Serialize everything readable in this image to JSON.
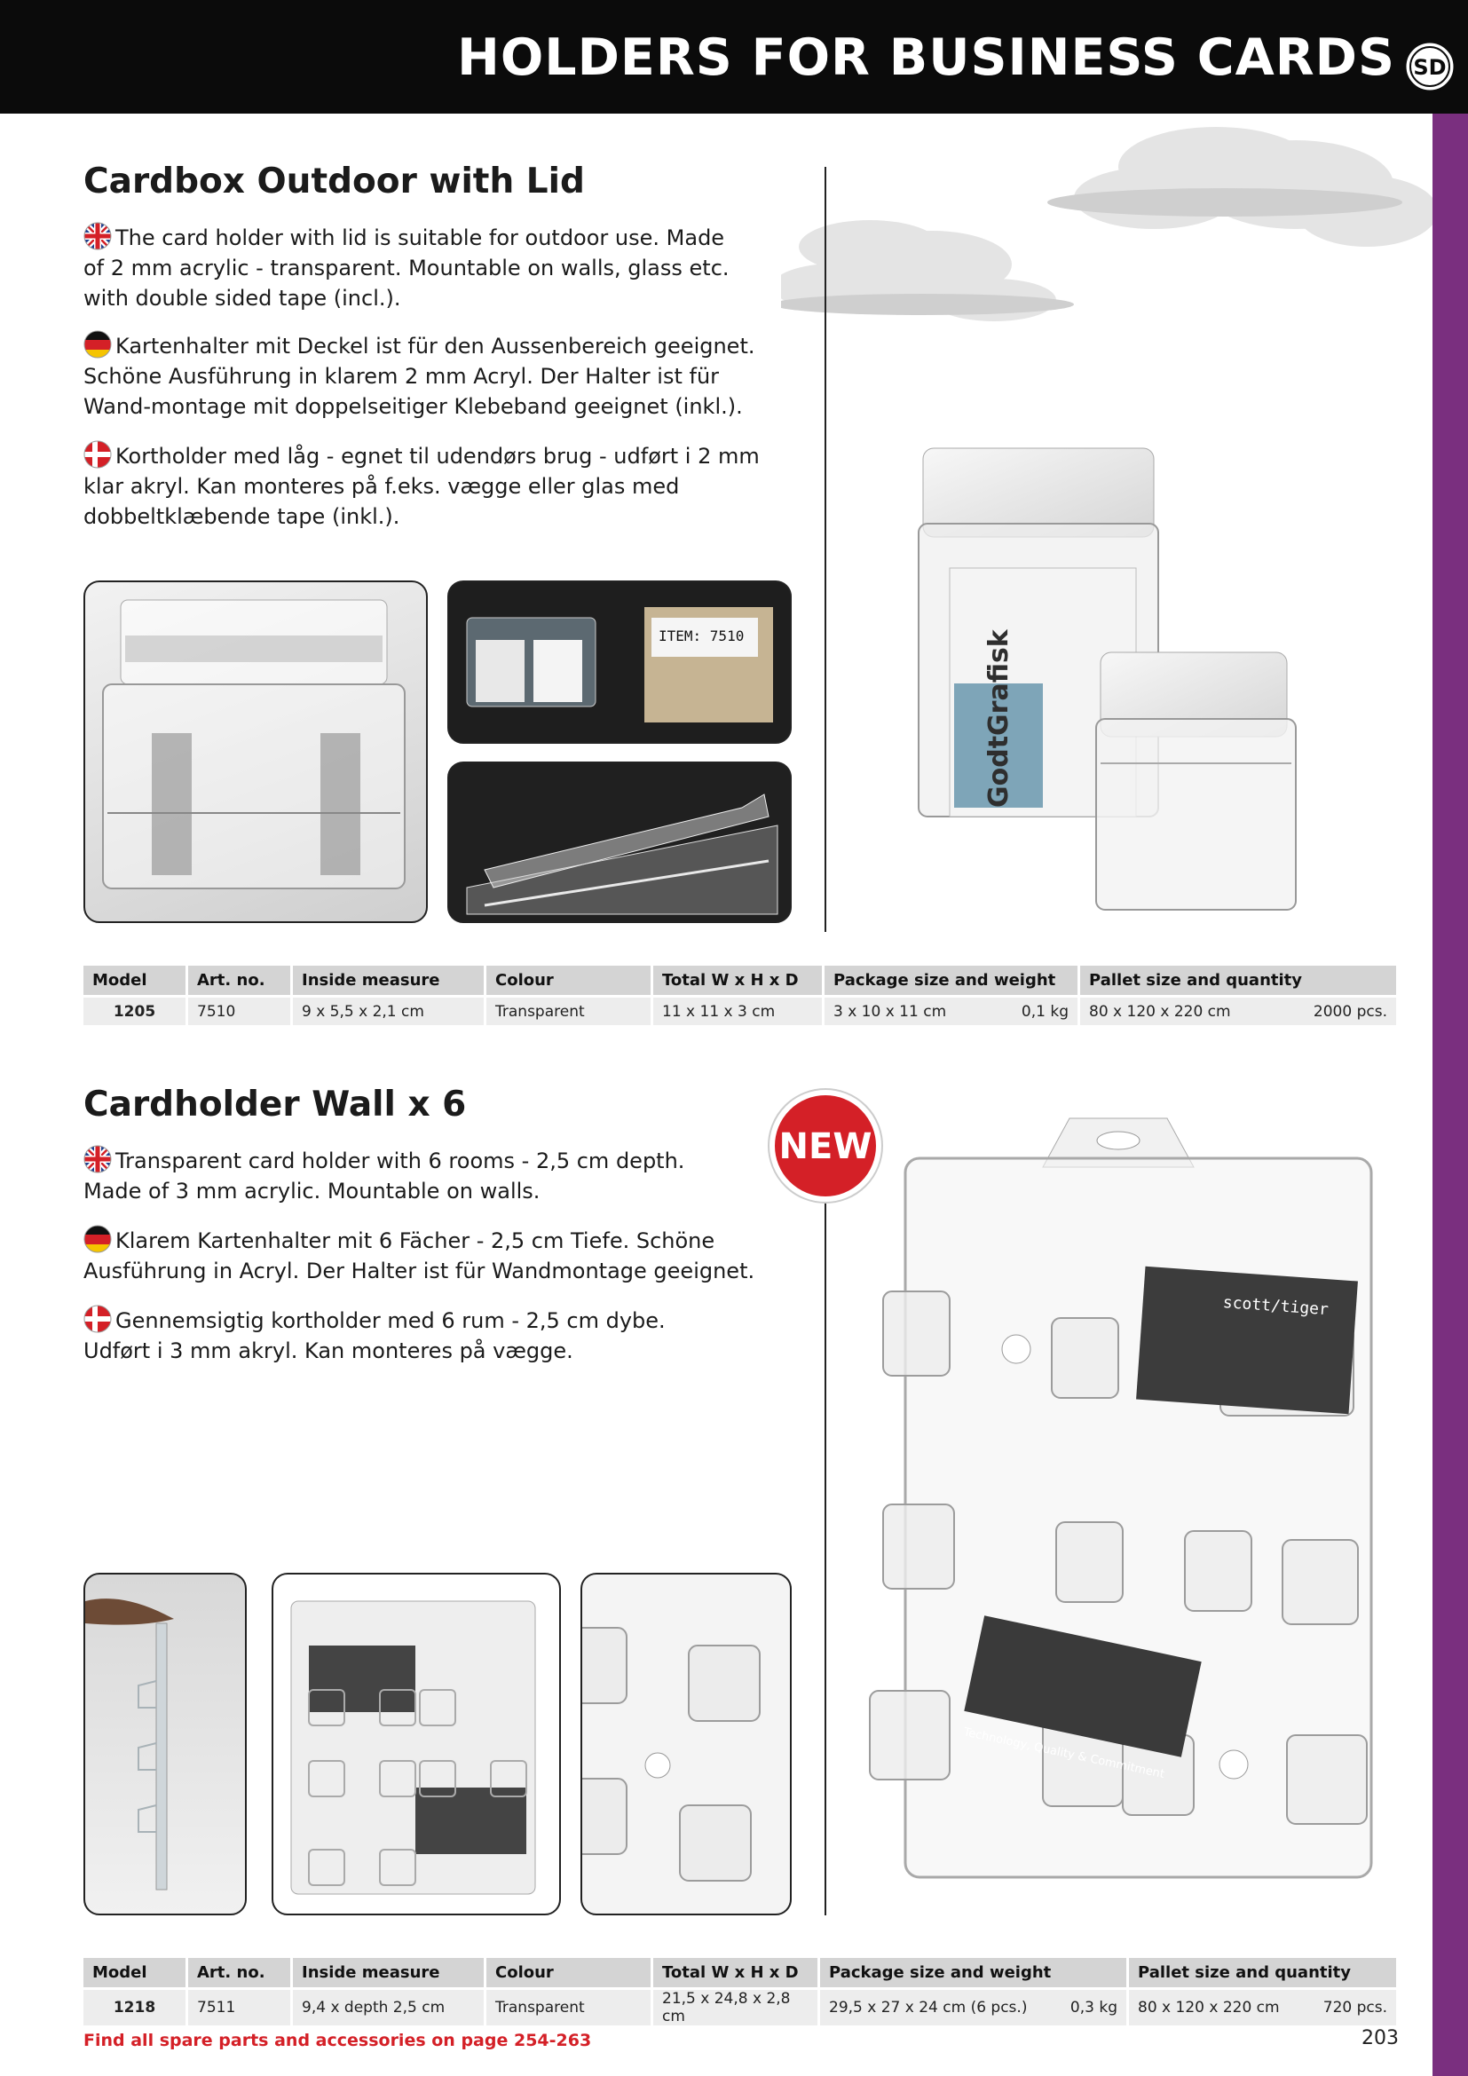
{
  "header": {
    "title": "HOLDERS FOR BUSINESS CARDS",
    "logo_text": "SD"
  },
  "colors": {
    "accent_purple": "#7a2f7f",
    "red": "#d42027",
    "header_bg": "#0b0b0b"
  },
  "section1": {
    "title": "Cardbox Outdoor with Lid",
    "en": "The card holder with lid is suitable for outdoor use. Made of 2 mm acrylic - transparent. Mountable on walls, glass etc. with double sided tape (incl.).",
    "de": "Kartenhalter mit Deckel ist für den Aussenbereich geeignet. Schöne Ausführung in klarem 2 mm Acryl. Der Halter ist für Wand-montage mit doppelseitiger Klebeband geeignet (inkl.).",
    "dk": "Kortholder med låg - egnet til udendørs brug - udført i 2 mm klar akryl. Kan monteres på f.eks. vægge eller glas med dobbeltklæbende tape (inkl.).",
    "photo_label_item": "ITEM: 7510",
    "photo_card_brand": "GodtGrafisk"
  },
  "section2": {
    "title": "Cardholder Wall x 6",
    "en": "Transparent card holder with 6 rooms - 2,5 cm depth. Made of 3 mm acrylic. Mountable on walls.",
    "de": "Klarem Kartenhalter mit 6 Fächer - 2,5 cm Tiefe. Schöne Ausführung in Acryl. Der Halter ist für Wandmontage geeignet.",
    "dk": "Gennemsigtig kortholder med 6 rum - 2,5 cm dybe. Udført i 3 mm akryl. Kan monteres på vægge.",
    "badge": "NEW",
    "card_brand": "scott/tiger",
    "card_tagline": "Technology, Quality & Commitment"
  },
  "table_headers": [
    "Model",
    "Art. no.",
    "Inside measure",
    "Colour",
    "Total W x H x D",
    "Package size and weight",
    "Pallet size and quantity"
  ],
  "table1": {
    "model": "1205",
    "art": "7510",
    "inside": "9 x 5,5 x 2,1 cm",
    "colour": "Transparent",
    "total": "11 x 11 x 3 cm",
    "package": "3 x 10 x 11 cm",
    "weight": "0,1 kg",
    "pallet": "80 x 120 x 220 cm",
    "qty": "2000 pcs."
  },
  "table2": {
    "model": "1218",
    "art": "7511",
    "inside": "9,4 x depth 2,5 cm",
    "colour": "Transparent",
    "total": "21,5 x 24,8 x 2,8 cm",
    "package": "29,5 x 27 x 24 cm (6 pcs.)",
    "weight": "0,3 kg",
    "pallet": "80 x 120 x 220 cm",
    "qty": "720 pcs."
  },
  "footer": {
    "link": "Find all spare parts and accessories on page 254-263",
    "page": "203"
  }
}
